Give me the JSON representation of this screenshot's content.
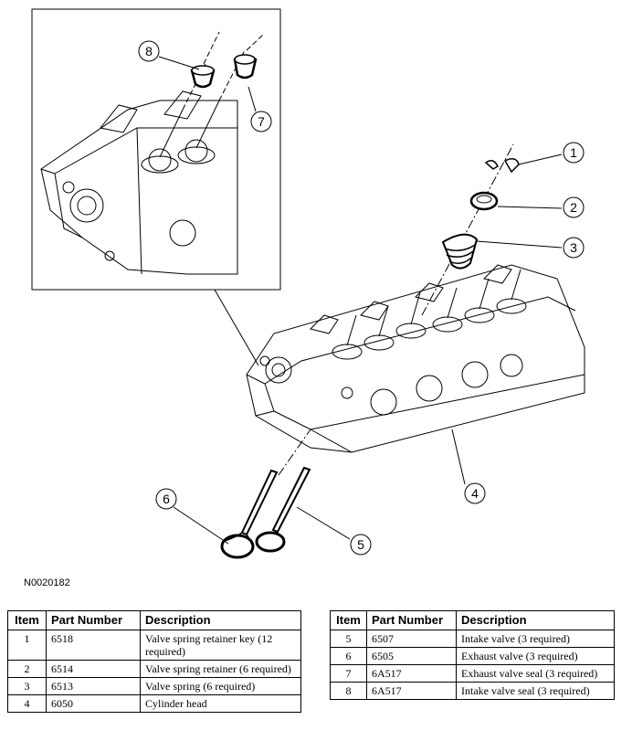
{
  "figure": {
    "id": "N0020182",
    "callouts": [
      "1",
      "2",
      "3",
      "4",
      "5",
      "6",
      "7",
      "8"
    ]
  },
  "table_headers": {
    "item": "Item",
    "part_number": "Part Number",
    "description": "Description"
  },
  "parts_left": [
    {
      "item": "1",
      "part_number": "6518",
      "description": "Valve spring retainer key (12 required)"
    },
    {
      "item": "2",
      "part_number": "6514",
      "description": "Valve spring retainer (6 required)"
    },
    {
      "item": "3",
      "part_number": "6513",
      "description": "Valve spring (6 required)"
    },
    {
      "item": "4",
      "part_number": "6050",
      "description": "Cylinder head"
    }
  ],
  "parts_right": [
    {
      "item": "5",
      "part_number": "6507",
      "description": "Intake valve (3 required)"
    },
    {
      "item": "6",
      "part_number": "6505",
      "description": "Exhaust valve (3 required)"
    },
    {
      "item": "7",
      "part_number": "6A517",
      "description": "Exhaust valve seal (3 required)"
    },
    {
      "item": "8",
      "part_number": "6A517",
      "description": "Intake valve seal (3 required)"
    }
  ]
}
